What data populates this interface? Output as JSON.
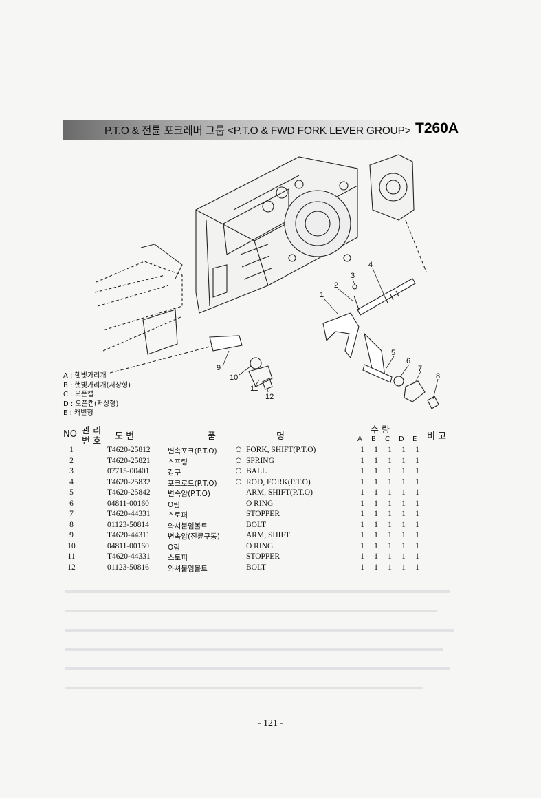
{
  "header": {
    "title": "P.T.O & 전륜 포크레버 그룹 <P.T.O & FWD FORK LEVER GROUP>",
    "model": "T260A"
  },
  "diagram": {
    "callouts": [
      "1",
      "2",
      "3",
      "4",
      "5",
      "6",
      "7",
      "8",
      "9",
      "10",
      "11",
      "12"
    ]
  },
  "legend": [
    "A : 햇빛가리개",
    "B : 햇빛가리개(저상형)",
    "C : 오픈캡",
    "D : 오픈캡(저상형)",
    "E : 캐빈형"
  ],
  "table": {
    "col_no": "NO",
    "col_mgmt_1": "관 리",
    "col_mgmt_2": "번 호",
    "col_drawing": "도    번",
    "col_part_1": "품",
    "col_part_2": "명",
    "col_qty": "수      량",
    "col_remarks": "비  고",
    "qty_cols": [
      "A",
      "B",
      "C",
      "D",
      "E"
    ],
    "rows": [
      {
        "no": "1",
        "pn": "T4620-25812",
        "kr": "변속포크(P.T.O)",
        "mark": "○",
        "en": "FORK, SHIFT(P.T.O)",
        "q": [
          "1",
          "1",
          "1",
          "1",
          "1"
        ]
      },
      {
        "no": "2",
        "pn": "T4620-25821",
        "kr": "스프링",
        "mark": "○",
        "en": "SPRING",
        "q": [
          "1",
          "1",
          "1",
          "1",
          "1"
        ]
      },
      {
        "no": "3",
        "pn": "07715-00401",
        "kr": "강구",
        "mark": "○",
        "en": "BALL",
        "q": [
          "1",
          "1",
          "1",
          "1",
          "1"
        ]
      },
      {
        "no": "4",
        "pn": "T4620-25832",
        "kr": "포크로드(P.T.O)",
        "mark": "○",
        "en": "ROD, FORK(P.T.O)",
        "q": [
          "1",
          "1",
          "1",
          "1",
          "1"
        ]
      },
      {
        "no": "5",
        "pn": "T4620-25842",
        "kr": "변속암(P.T.O)",
        "mark": "",
        "en": "ARM, SHIFT(P.T.O)",
        "q": [
          "1",
          "1",
          "1",
          "1",
          "1"
        ]
      },
      {
        "no": "6",
        "pn": "04811-00160",
        "kr": "O링",
        "mark": "",
        "en": "O RING",
        "q": [
          "1",
          "1",
          "1",
          "1",
          "1"
        ]
      },
      {
        "no": "7",
        "pn": "T4620-44331",
        "kr": "스토퍼",
        "mark": "",
        "en": "STOPPER",
        "q": [
          "1",
          "1",
          "1",
          "1",
          "1"
        ]
      },
      {
        "no": "8",
        "pn": "01123-50814",
        "kr": "와셔붙임볼트",
        "mark": "",
        "en": "BOLT",
        "q": [
          "1",
          "1",
          "1",
          "1",
          "1"
        ]
      },
      {
        "no": "9",
        "pn": "T4620-44311",
        "kr": "변속암(전륜구동)",
        "mark": "",
        "en": "ARM, SHIFT",
        "q": [
          "1",
          "1",
          "1",
          "1",
          "1"
        ]
      },
      {
        "no": "10",
        "pn": "04811-00160",
        "kr": "O링",
        "mark": "",
        "en": "O RING",
        "q": [
          "1",
          "1",
          "1",
          "1",
          "1"
        ]
      },
      {
        "no": "11",
        "pn": "T4620-44331",
        "kr": "스토퍼",
        "mark": "",
        "en": "STOPPER",
        "q": [
          "1",
          "1",
          "1",
          "1",
          "1"
        ]
      },
      {
        "no": "12",
        "pn": "01123-50816",
        "kr": "와셔붙임볼트",
        "mark": "",
        "en": "BOLT",
        "q": [
          "1",
          "1",
          "1",
          "1",
          "1"
        ]
      }
    ]
  },
  "page_number": "- 121 -"
}
